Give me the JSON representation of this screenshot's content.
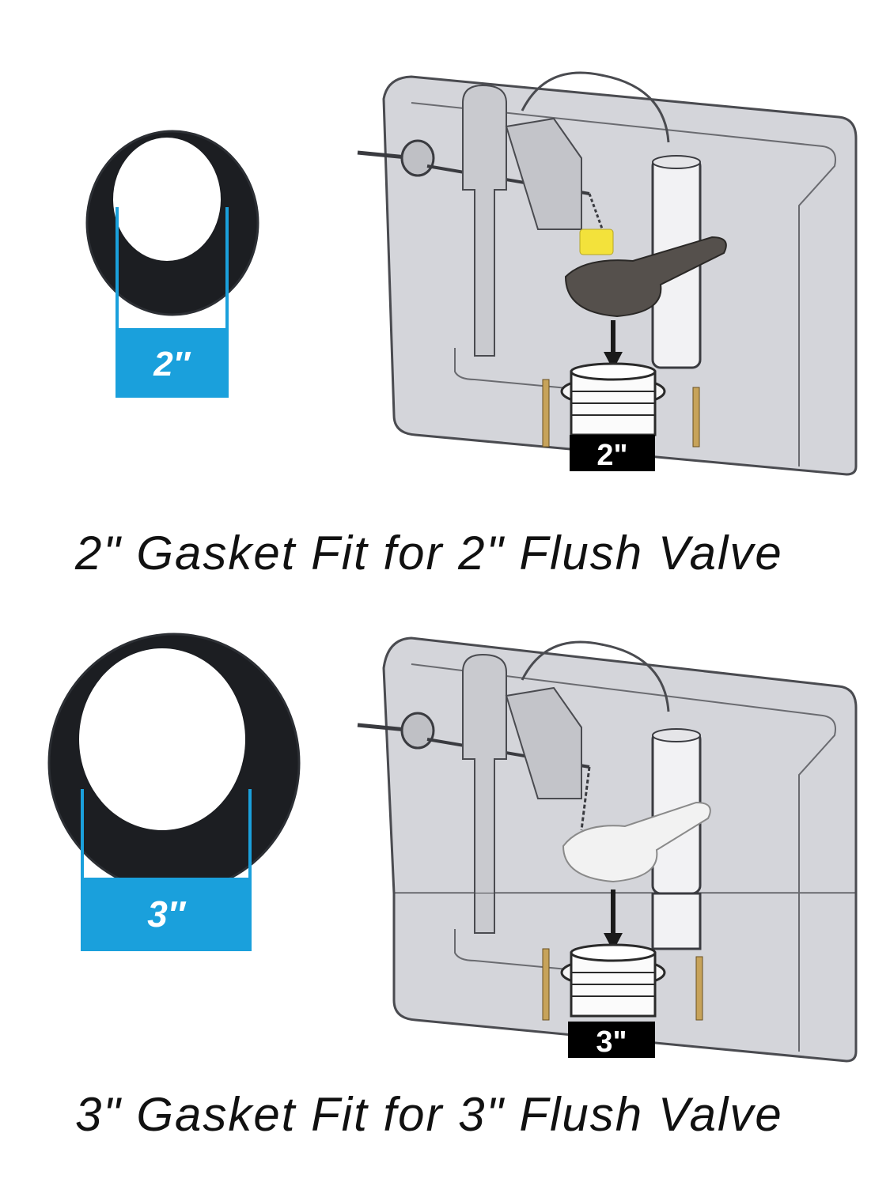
{
  "top": {
    "gasket_size_label": "2″",
    "valve_size_label": "2\"",
    "caption": "2\" Gasket Fit for 2\" Flush Valve",
    "flapper_color": "#55504c",
    "float_color": "#f3e23b"
  },
  "bottom": {
    "gasket_size_label": "3″",
    "valve_size_label": "3\"",
    "caption": "3\" Gasket Fit for 3\" Flush Valve",
    "flapper_color": "#f2f2f2"
  },
  "colors": {
    "accent": "#1aa0dc",
    "gasket": "#1c1e22",
    "tank": "#d4d5da"
  }
}
